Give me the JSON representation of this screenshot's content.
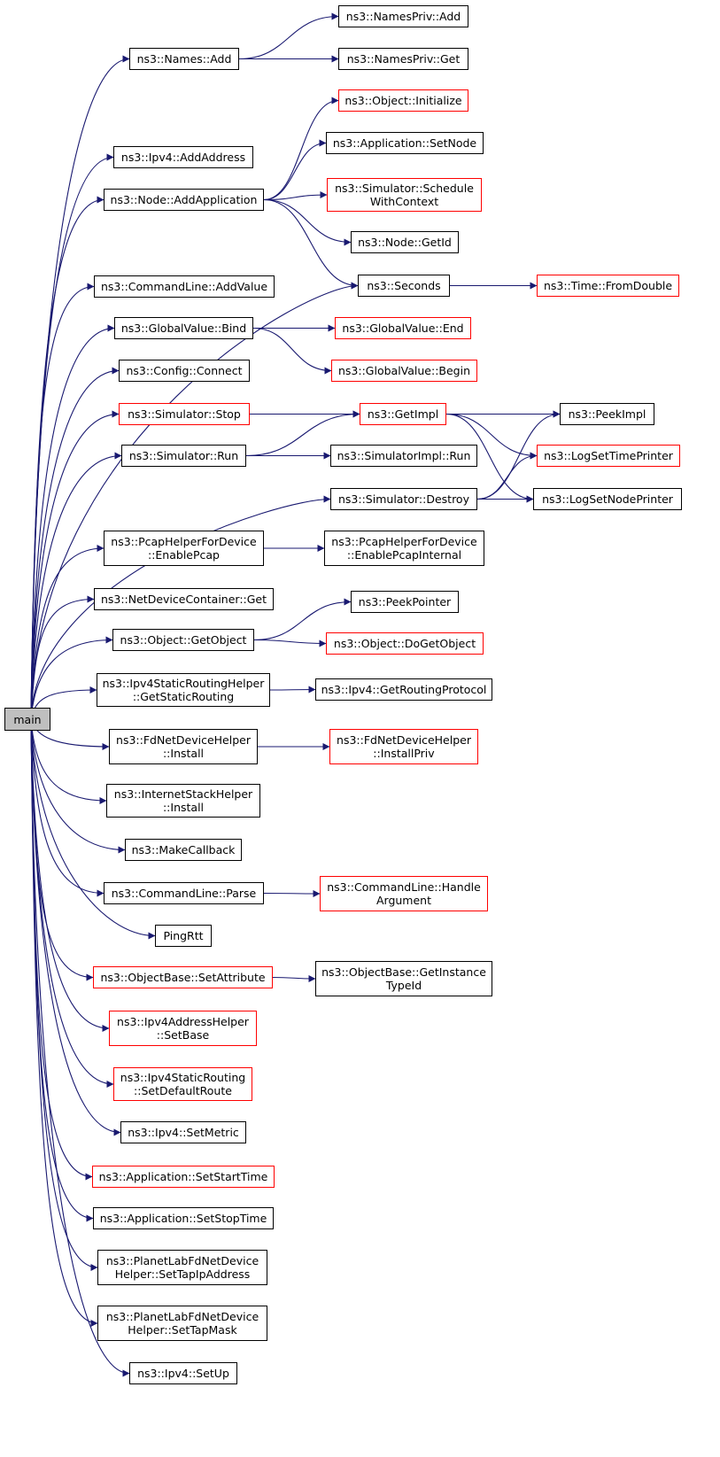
{
  "colors": {
    "edge": "#191970",
    "border": "#000000",
    "border_undocumented": "#ff0000",
    "root_fill": "#bfbfbf"
  },
  "nodes": {
    "main": {
      "lines": [
        "main"
      ]
    },
    "names_add": {
      "lines": [
        "ns3::Names::Add"
      ]
    },
    "namespriv_add": {
      "lines": [
        "ns3::NamesPriv::Add"
      ]
    },
    "namespriv_get": {
      "lines": [
        "ns3::NamesPriv::Get"
      ]
    },
    "object_initialize": {
      "lines": [
        "ns3::Object::Initialize"
      ]
    },
    "ipv4_addaddress": {
      "lines": [
        "ns3::Ipv4::AddAddress"
      ]
    },
    "app_setnode": {
      "lines": [
        "ns3::Application::SetNode"
      ]
    },
    "node_addapp": {
      "lines": [
        "ns3::Node::AddApplication"
      ]
    },
    "sim_schedule": {
      "lines": [
        "ns3::Simulator::Schedule",
        "WithContext"
      ]
    },
    "node_getid": {
      "lines": [
        "ns3::Node::GetId"
      ]
    },
    "cmd_addvalue": {
      "lines": [
        "ns3::CommandLine::AddValue"
      ]
    },
    "seconds": {
      "lines": [
        "ns3::Seconds"
      ]
    },
    "time_fromdouble": {
      "lines": [
        "ns3::Time::FromDouble"
      ]
    },
    "gv_bind": {
      "lines": [
        "ns3::GlobalValue::Bind"
      ]
    },
    "gv_end": {
      "lines": [
        "ns3::GlobalValue::End"
      ]
    },
    "gv_begin": {
      "lines": [
        "ns3::GlobalValue::Begin"
      ]
    },
    "config_connect": {
      "lines": [
        "ns3::Config::Connect"
      ]
    },
    "sim_stop": {
      "lines": [
        "ns3::Simulator::Stop"
      ]
    },
    "getimpl": {
      "lines": [
        "ns3::GetImpl"
      ]
    },
    "peekimpl": {
      "lines": [
        "ns3::PeekImpl"
      ]
    },
    "sim_run": {
      "lines": [
        "ns3::Simulator::Run"
      ]
    },
    "simimpl_run": {
      "lines": [
        "ns3::SimulatorImpl::Run"
      ]
    },
    "logtime": {
      "lines": [
        "ns3::LogSetTimePrinter"
      ]
    },
    "sim_destroy": {
      "lines": [
        "ns3::Simulator::Destroy"
      ]
    },
    "lognode": {
      "lines": [
        "ns3::LogSetNodePrinter"
      ]
    },
    "pcap_enable": {
      "lines": [
        "ns3::PcapHelperForDevice",
        "::EnablePcap"
      ]
    },
    "pcap_internal": {
      "lines": [
        "ns3::PcapHelperForDevice",
        "::EnablePcapInternal"
      ]
    },
    "ndc_get": {
      "lines": [
        "ns3::NetDeviceContainer::Get"
      ]
    },
    "peekpointer": {
      "lines": [
        "ns3::PeekPointer"
      ]
    },
    "obj_getobject": {
      "lines": [
        "ns3::Object::GetObject"
      ]
    },
    "obj_dogetobject": {
      "lines": [
        "ns3::Object::DoGetObject"
      ]
    },
    "ipv4srh_get": {
      "lines": [
        "ns3::Ipv4StaticRoutingHelper",
        "::GetStaticRouting"
      ]
    },
    "ipv4_getrp": {
      "lines": [
        "ns3::Ipv4::GetRoutingProtocol"
      ]
    },
    "fd_install": {
      "lines": [
        "ns3::FdNetDeviceHelper",
        "::Install"
      ]
    },
    "fd_installpriv": {
      "lines": [
        "ns3::FdNetDeviceHelper",
        "::InstallPriv"
      ]
    },
    "ish_install": {
      "lines": [
        "ns3::InternetStackHelper",
        "::Install"
      ]
    },
    "makecallback": {
      "lines": [
        "ns3::MakeCallback"
      ]
    },
    "cmd_parse": {
      "lines": [
        "ns3::CommandLine::Parse"
      ]
    },
    "cmd_handle": {
      "lines": [
        "ns3::CommandLine::Handle",
        "Argument"
      ]
    },
    "pingrtt": {
      "lines": [
        "PingRtt"
      ]
    },
    "ob_setattr": {
      "lines": [
        "ns3::ObjectBase::SetAttribute"
      ]
    },
    "ob_getinst": {
      "lines": [
        "ns3::ObjectBase::GetInstance",
        "TypeId"
      ]
    },
    "ipv4ah_setbase": {
      "lines": [
        "ns3::Ipv4AddressHelper",
        "::SetBase"
      ]
    },
    "ipv4sr_default": {
      "lines": [
        "ns3::Ipv4StaticRouting",
        "::SetDefaultRoute"
      ]
    },
    "ipv4_setmetric": {
      "lines": [
        "ns3::Ipv4::SetMetric"
      ]
    },
    "app_setstart": {
      "lines": [
        "ns3::Application::SetStartTime"
      ]
    },
    "app_setstop": {
      "lines": [
        "ns3::Application::SetStopTime"
      ]
    },
    "pl_setip": {
      "lines": [
        "ns3::PlanetLabFdNetDevice",
        "Helper::SetTapIpAddress"
      ]
    },
    "pl_setmask": {
      "lines": [
        "ns3::PlanetLabFdNetDevice",
        "Helper::SetTapMask"
      ]
    },
    "ipv4_setup": {
      "lines": [
        "ns3::Ipv4::SetUp"
      ]
    }
  },
  "edges": [
    [
      "main",
      "names_add"
    ],
    [
      "main",
      "ipv4_addaddress"
    ],
    [
      "main",
      "node_addapp"
    ],
    [
      "main",
      "seconds"
    ],
    [
      "main",
      "cmd_addvalue"
    ],
    [
      "main",
      "gv_bind"
    ],
    [
      "main",
      "config_connect"
    ],
    [
      "main",
      "sim_stop"
    ],
    [
      "main",
      "sim_run"
    ],
    [
      "main",
      "sim_destroy"
    ],
    [
      "main",
      "pcap_enable"
    ],
    [
      "main",
      "ndc_get"
    ],
    [
      "main",
      "obj_getobject"
    ],
    [
      "main",
      "ipv4srh_get"
    ],
    [
      "main",
      "fd_install"
    ],
    [
      "main",
      "ish_install"
    ],
    [
      "main",
      "makecallback"
    ],
    [
      "main",
      "cmd_parse"
    ],
    [
      "main",
      "pingrtt"
    ],
    [
      "main",
      "ob_setattr"
    ],
    [
      "main",
      "ipv4ah_setbase"
    ],
    [
      "main",
      "ipv4sr_default"
    ],
    [
      "main",
      "ipv4_setmetric"
    ],
    [
      "main",
      "app_setstart"
    ],
    [
      "main",
      "app_setstop"
    ],
    [
      "main",
      "pl_setip"
    ],
    [
      "main",
      "pl_setmask"
    ],
    [
      "main",
      "ipv4_setup"
    ],
    [
      "names_add",
      "namespriv_add"
    ],
    [
      "names_add",
      "namespriv_get"
    ],
    [
      "node_addapp",
      "object_initialize"
    ],
    [
      "node_addapp",
      "app_setnode"
    ],
    [
      "node_addapp",
      "sim_schedule"
    ],
    [
      "node_addapp",
      "node_getid"
    ],
    [
      "node_addapp",
      "seconds"
    ],
    [
      "seconds",
      "time_fromdouble"
    ],
    [
      "gv_bind",
      "gv_end"
    ],
    [
      "gv_bind",
      "gv_begin"
    ],
    [
      "sim_stop",
      "getimpl"
    ],
    [
      "sim_run",
      "getimpl"
    ],
    [
      "sim_run",
      "simimpl_run"
    ],
    [
      "getimpl",
      "peekimpl"
    ],
    [
      "getimpl",
      "logtime"
    ],
    [
      "getimpl",
      "lognode"
    ],
    [
      "sim_destroy",
      "peekimpl"
    ],
    [
      "sim_destroy",
      "logtime"
    ],
    [
      "sim_destroy",
      "lognode"
    ],
    [
      "pcap_enable",
      "pcap_internal"
    ],
    [
      "obj_getobject",
      "peekpointer"
    ],
    [
      "obj_getobject",
      "obj_dogetobject"
    ],
    [
      "ipv4srh_get",
      "ipv4_getrp"
    ],
    [
      "fd_install",
      "fd_installpriv"
    ],
    [
      "cmd_parse",
      "cmd_handle"
    ],
    [
      "ob_setattr",
      "ob_getinst"
    ]
  ]
}
